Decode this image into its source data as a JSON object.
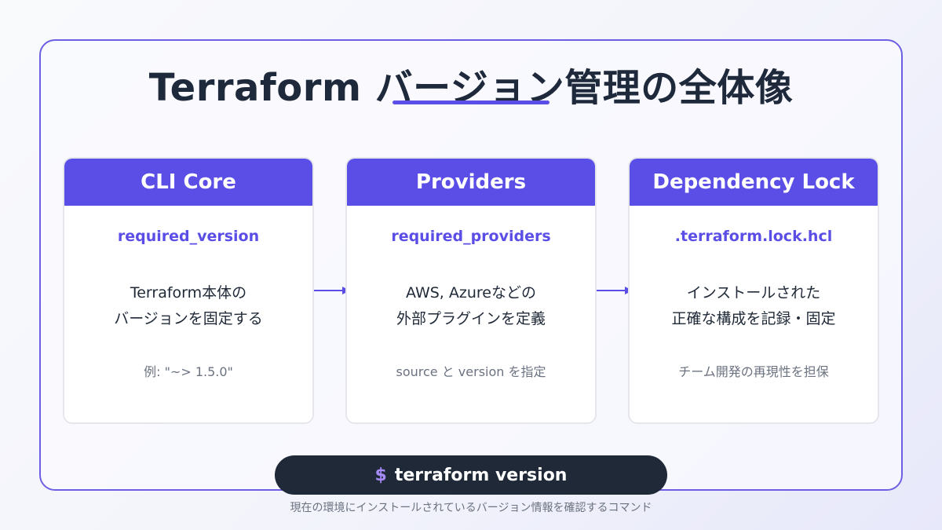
{
  "title": "Terraform バージョン管理の全体像",
  "colors": {
    "accent": "#5b4ee6",
    "frame": "#6d5fe3",
    "command_bg": "#1f2937",
    "dollar": "#a78bfa"
  },
  "cards": [
    {
      "header": "CLI Core",
      "key": "required_version",
      "desc_line1": "Terraform本体の",
      "desc_line2": "バージョンを固定する",
      "note": "例: \"~> 1.5.0\""
    },
    {
      "header": "Providers",
      "key": "required_providers",
      "desc_line1": "AWS, Azureなどの",
      "desc_line2": "外部プラグインを定義",
      "note": "source と version を指定"
    },
    {
      "header": "Dependency Lock",
      "key": ".terraform.lock.hcl",
      "desc_line1": "インストールされた",
      "desc_line2": "正確な構成を記録・固定",
      "note": "チーム開発の再現性を担保"
    }
  ],
  "command": {
    "prompt": "$",
    "text": "terraform version"
  },
  "caption": "現在の環境にインストールされているバージョン情報を確認するコマンド"
}
